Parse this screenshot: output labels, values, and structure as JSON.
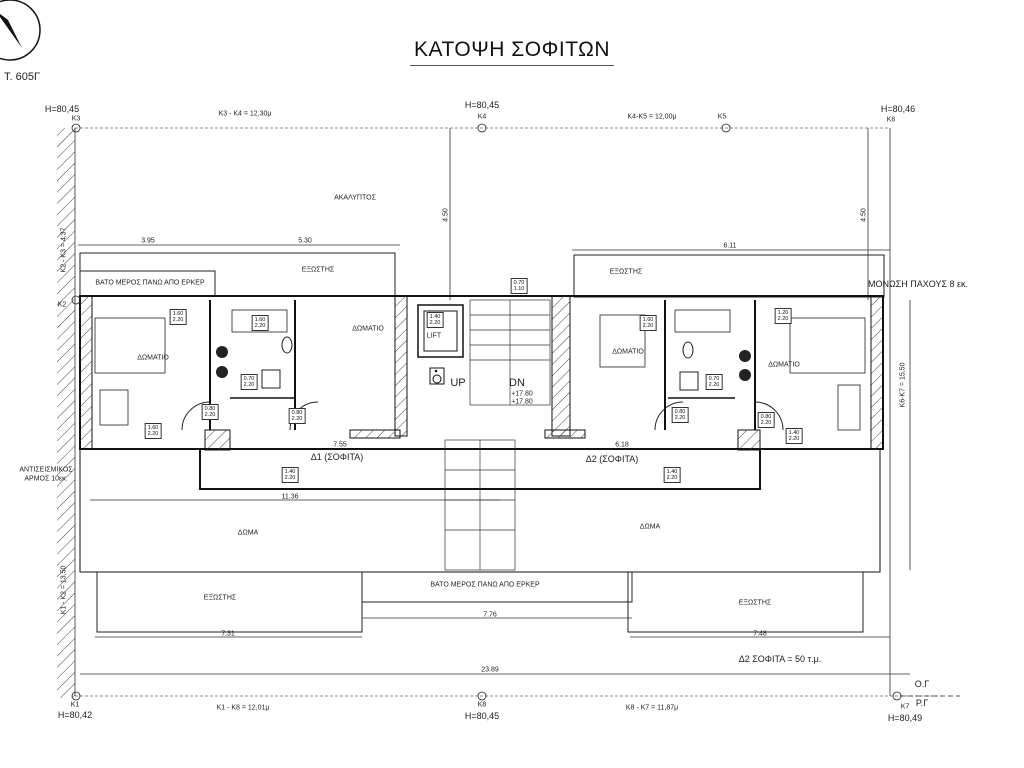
{
  "title": "ΚΑΤΟΨΗ ΣΟΦΙΤΩΝ",
  "plot_ref": "Τ. 605Γ",
  "corners": {
    "k3": {
      "label": "K3",
      "height": "H=80,45"
    },
    "k4": {
      "label": "K4",
      "height": "H=80,45"
    },
    "k5": {
      "label": "K5"
    },
    "k6": {
      "label": "K6",
      "height": "H=80,46"
    },
    "k1": {
      "label": "K1",
      "height": "H=80,42"
    },
    "k8": {
      "label": "K8",
      "height": "H=80,45"
    },
    "k7": {
      "label": "K7",
      "height": "H=80,49"
    },
    "k2": {
      "label": "K2"
    }
  },
  "dimensions": {
    "k3_k4": "K3 - K4 = 12,30μ",
    "k4_k5": "K4-K5 = 12,00μ",
    "k1_k8": "K1 - K8 = 12,01μ",
    "k8_k7": "K8 - K7 = 11,87μ",
    "k6_k7": "K6-K7 = 15,50",
    "k2_k3": "K2 - K3 = 4,37",
    "k1_k2": "K1 - K2 = 13,50",
    "left_top_a": "3.95",
    "left_top_b": "5.30",
    "right_top": "6.11",
    "setback_left": "4.50",
    "setback_right": "4.50",
    "d1_width": "7.55",
    "d2_width": "6.18",
    "total_width": "11.36",
    "bottom_left": "7.31",
    "bottom_mid": "7.76",
    "bottom_right": "7.48",
    "bottom_total": "23.89"
  },
  "labels": {
    "akalyptos": "ΑΚΑΛΥΠΤΟΣ",
    "balcony": "ΕΞΩΣΤΗΣ",
    "bato": "ΒΑΤΟ ΜΕΡΟΣ ΠΑΝΩ ΑΠΟ ΕΡΚΕΡ",
    "insulation": "ΜΟΝΩΣΗ ΠΑΧΟΥΣ 8 εκ.",
    "room": "ΔΩΜΑΤΙΟ",
    "lift": "LIFT",
    "up": "UP",
    "dn": "DN",
    "d1": "Δ1 (ΣΟΦΙΤΑ)",
    "d2": "Δ2 (ΣΟΦΙΤΑ)",
    "seismic_joint_1": "ΑΝΤΙΣΕΙΣΜΙΚΟΣ",
    "seismic_joint_2": "ΑΡΜΟΣ 10εκ.",
    "roof": "ΔΩΜΑ",
    "area_note": "Δ2 ΣΟΦΙΤΑ = 50 τ.μ.",
    "og": "Ο.Γ",
    "rg": "Ρ.Γ"
  },
  "openings": [
    {
      "w": "1.60",
      "h": "2.20"
    },
    {
      "w": "1.60",
      "h": "2.20"
    },
    {
      "w": "0.70",
      "h": "2.20"
    },
    {
      "w": "0.80",
      "h": "2.20"
    },
    {
      "w": "0.80",
      "h": "2.20"
    },
    {
      "w": "1.60",
      "h": "2.20"
    },
    {
      "w": "1.40",
      "h": "2.20"
    },
    {
      "w": "1.60",
      "h": "2.20"
    },
    {
      "w": "1.20",
      "h": "2.20"
    },
    {
      "w": "0.70",
      "h": "2.20"
    },
    {
      "w": "0.80",
      "h": "2.20"
    },
    {
      "w": "0.80",
      "h": "2.20"
    },
    {
      "w": "1.40",
      "h": "2.20"
    },
    {
      "w": "1.40",
      "h": "2.20"
    },
    {
      "w": "1.40",
      "h": "2.20"
    },
    {
      "w": "0.70",
      "h": "1.10"
    }
  ],
  "stair_levels": {
    "a": "+17.80",
    "b": "+17.80"
  }
}
